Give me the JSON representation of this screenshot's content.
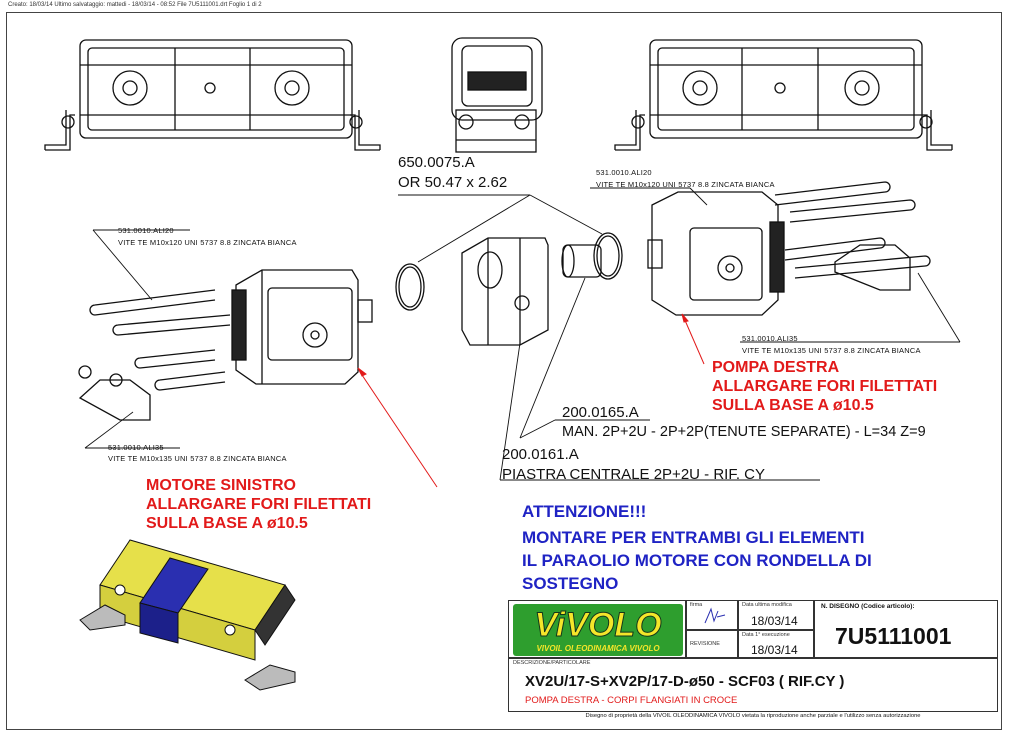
{
  "header": "Creato: 18/03/14 Ultimo salvataggio: mattedi - 18/03/14 - 08:52 File 7U5111001.drt Foglio 1 di 2",
  "callouts": {
    "oring_code": "650.0075.A",
    "oring_desc": "OR 50.47 x 2.62",
    "screw_tl_code": "531.0010.ALI20",
    "screw_tl_desc": "VITE TE M10x120 UNI 5737 8.8 ZINCATA BIANCA",
    "screw_tr_code": "531.0010.ALI20",
    "screw_tr_desc": "VITE TE M10x120 UNI 5737 8.8 ZINCATA BIANCA",
    "screw_bl_code": "531.0010.ALI35",
    "screw_bl_desc": "VITE TE M10x135 UNI 5737 8.8 ZINCATA BIANCA",
    "screw_br_code": "531.0010.ALI35",
    "screw_br_desc": "VITE TE M10x135 UNI 5737 8.8 ZINCATA BIANCA",
    "man_code": "200.0165.A",
    "man_desc": "MAN. 2P+2U - 2P+2P(TENUTE SEPARATE) - L=34  Z=9",
    "plate_code": "200.0161.A",
    "plate_desc": "PIASTRA CENTRALE 2P+2U - RIF. CY"
  },
  "notes": {
    "pump_right": "POMPA DESTRA\nALLARGARE FORI FILETTATI\nSULLA BASE A ø10.5",
    "motor_left": "MOTORE SINISTRO\nALLARGARE FORI FILETTATI\nSULLA BASE A ø10.5",
    "warning_title": "ATTENZIONE!!!",
    "warning_body": "MONTARE PER ENTRAMBI GLI ELEMENTI\nIL PARAOLIO MOTORE CON RONDELLA DI\nSOSTEGNO"
  },
  "title_block": {
    "logo_text": "ViVOLO",
    "logo_subtitle": "VIVOIL OLEODINAMICA VIVOLO",
    "firma_label": "firma",
    "last_mod_label": "Data ultima modifica",
    "last_mod_date": "18/03/14",
    "revisione_label": "REVISIONE",
    "first_exec_label": "Data 1° esecuzione",
    "first_exec_date": "18/03/14",
    "drawing_no_label": "N. DISEGNO (Codice articolo):",
    "drawing_no": "7U5111001",
    "desc_label": "DESCRIZIONE/PARTICOLARE",
    "description": "XV2U/17-S+XV2P/17-D-ø50 - SCF03 ( RIF.CY )",
    "subdescription": "POMPA DESTRA - CORPI FLANGIATI IN CROCE",
    "footer": "Disegno di proprietà della VIVOIL OLEODINAMICA VIVOLO vietata la riproduzione anche parziale e l'utilizzo senza autorizzazione"
  },
  "colors": {
    "red": "#e21a1a",
    "blue": "#1f23c4",
    "logo_green": "#2e9e2e",
    "logo_yellow": "#f4e62a",
    "pump_yellow": "#e6e04a",
    "pump_blue": "#2a2fb0"
  }
}
